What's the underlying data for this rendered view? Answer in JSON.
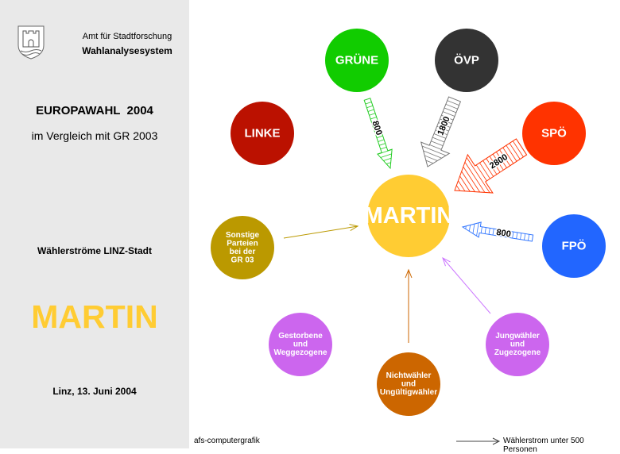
{
  "sidebar": {
    "org": "Amt für Stadtforschung",
    "system": "Wahlanalysesystem",
    "election": "EUROPAWAHL  2004",
    "comparison": "im Vergleich mit GR 2003",
    "subtitle": "Wählerströme LINZ-Stadt",
    "party": "MARTIN",
    "date": "Linz, 13. Juni 2004",
    "logo_text": "Linz coat of arms"
  },
  "center": {
    "label": "MARTIN",
    "color": "#ffcc33"
  },
  "nodes": [
    {
      "id": "gruene",
      "label": "GRÜNE",
      "color": "#11cc00"
    },
    {
      "id": "oevp",
      "label": "ÖVP",
      "color": "#333333"
    },
    {
      "id": "linke",
      "label": "LINKE",
      "color": "#bb1100"
    },
    {
      "id": "spoe",
      "label": "SPÖ",
      "color": "#ff3300"
    },
    {
      "id": "fpoe",
      "label": "FPÖ",
      "color": "#2266ff"
    },
    {
      "id": "sonstige",
      "label": "Sonstige Parteien bei der GR 03",
      "color": "#bb9900"
    },
    {
      "id": "gestorbene",
      "label": "Gestorbene und Weggezogene",
      "color": "#cc66ee"
    },
    {
      "id": "nichtwaehler",
      "label": "Nichtwähler und Ungültigwähler",
      "color": "#cc6600"
    },
    {
      "id": "jungwaehler",
      "label": "Jungwähler und Zugezogene",
      "color": "#cc66ee"
    }
  ],
  "flows": [
    {
      "from": "gruene",
      "value": "800",
      "color": "#22cc22"
    },
    {
      "from": "oevp",
      "value": "1800",
      "color": "#777777"
    },
    {
      "from": "spoe",
      "value": "2800",
      "color": "#ff3300"
    },
    {
      "from": "fpoe",
      "value": "800",
      "color": "#3377ff"
    },
    {
      "from": "sonstige",
      "value": "",
      "color": "#bb9900"
    },
    {
      "from": "nichtwaehler",
      "value": "",
      "color": "#cc6600"
    },
    {
      "from": "jungwaehler",
      "value": "",
      "color": "#cc77ff"
    }
  ],
  "footer": {
    "credit": "afs-computergrafik",
    "legend": "Wählerstrom unter 500 Personen"
  }
}
